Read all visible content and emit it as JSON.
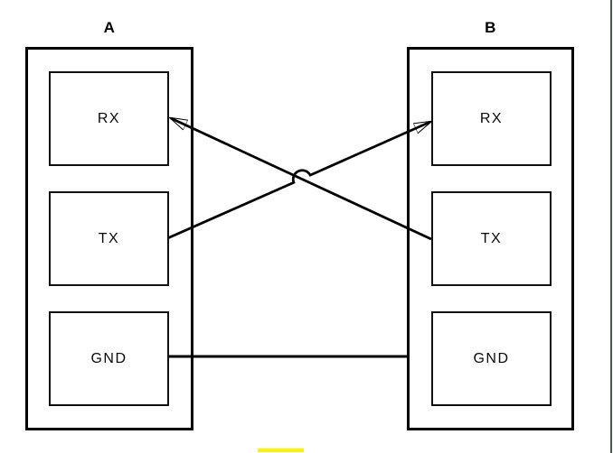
{
  "page": {
    "background": "#ffffff"
  },
  "diagram": {
    "wire_color": "#000000",
    "devices": [
      {
        "label": "A",
        "pins": [
          "RX",
          "TX",
          "GND"
        ]
      },
      {
        "label": "B",
        "pins": [
          "RX",
          "TX",
          "GND"
        ]
      }
    ],
    "connections": [
      {
        "from": "B.TX",
        "to": "A.RX",
        "style": "arrow-into-rx"
      },
      {
        "from": "A.TX",
        "to": "B.RX",
        "style": "arrow-into-rx",
        "hop_over_crossing": true
      },
      {
        "from": "A.GND",
        "to": "B.GND",
        "style": "plain-wire"
      }
    ]
  },
  "decorations": {
    "page_edge_line_color": "#3e6049",
    "highlight_mark_color": "#fff200"
  }
}
